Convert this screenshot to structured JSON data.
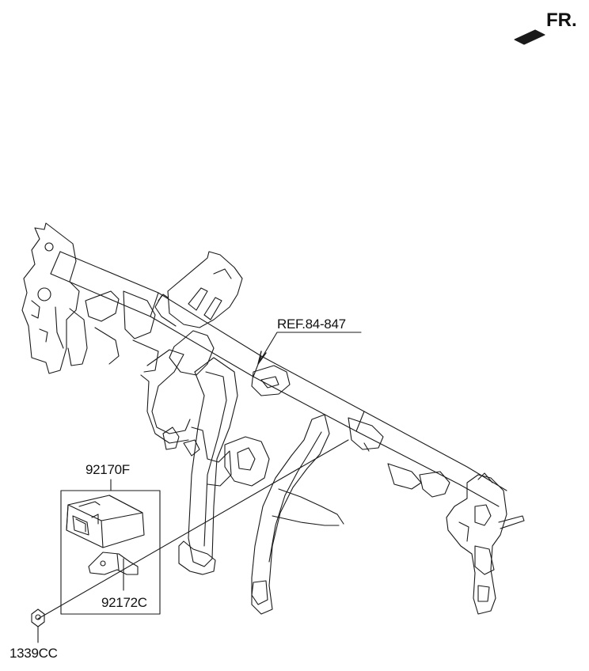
{
  "orientation": {
    "label": "FR.",
    "icon": "front-direction-arrow-icon"
  },
  "reference": {
    "label": "REF.84-847"
  },
  "parts": [
    {
      "id": "module",
      "number": "92170F"
    },
    {
      "id": "bracket",
      "number": "92172C"
    },
    {
      "id": "nut",
      "number": "1339CC"
    }
  ],
  "colors": {
    "line": "#1a1a1a",
    "background": "#ffffff"
  }
}
